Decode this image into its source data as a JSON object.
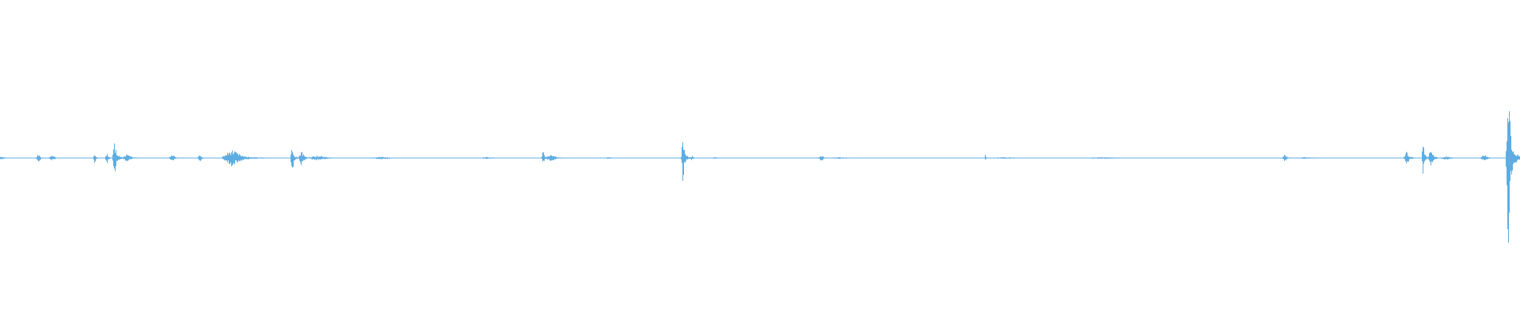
{
  "waveform": {
    "color": "#5dade2",
    "background": "#ffffff",
    "duration_fraction_visible": 1.0,
    "bursts": [
      {
        "pos": 0.0,
        "width": 0.02,
        "amp": 0.01
      },
      {
        "pos": 0.025,
        "width": 0.008,
        "amp": 0.03
      },
      {
        "pos": 0.034,
        "width": 0.014,
        "amp": 0.018
      },
      {
        "pos": 0.062,
        "width": 0.004,
        "amp": 0.045
      },
      {
        "pos": 0.07,
        "width": 0.006,
        "amp": 0.045
      },
      {
        "pos": 0.075,
        "width": 0.008,
        "amp": 0.12
      },
      {
        "pos": 0.083,
        "width": 0.02,
        "amp": 0.025
      },
      {
        "pos": 0.113,
        "width": 0.012,
        "amp": 0.022
      },
      {
        "pos": 0.131,
        "width": 0.006,
        "amp": 0.04
      },
      {
        "pos": 0.152,
        "width": 0.035,
        "amp": 0.06
      },
      {
        "pos": 0.192,
        "width": 0.006,
        "amp": 0.11
      },
      {
        "pos": 0.198,
        "width": 0.01,
        "amp": 0.06
      },
      {
        "pos": 0.208,
        "width": 0.04,
        "amp": 0.018
      },
      {
        "pos": 0.25,
        "width": 0.04,
        "amp": 0.01
      },
      {
        "pos": 0.32,
        "width": 0.03,
        "amp": 0.008
      },
      {
        "pos": 0.357,
        "width": 0.005,
        "amp": 0.06
      },
      {
        "pos": 0.362,
        "width": 0.02,
        "amp": 0.025
      },
      {
        "pos": 0.4,
        "width": 0.01,
        "amp": 0.01
      },
      {
        "pos": 0.449,
        "width": 0.006,
        "amp": 0.18
      },
      {
        "pos": 0.455,
        "width": 0.006,
        "amp": 0.02
      },
      {
        "pos": 0.47,
        "width": 0.01,
        "amp": 0.008
      },
      {
        "pos": 0.54,
        "width": 0.01,
        "amp": 0.025
      },
      {
        "pos": 0.552,
        "width": 0.05,
        "amp": 0.006
      },
      {
        "pos": 0.648,
        "width": 0.003,
        "amp": 0.03
      },
      {
        "pos": 0.66,
        "width": 0.06,
        "amp": 0.006
      },
      {
        "pos": 0.725,
        "width": 0.09,
        "amp": 0.006
      },
      {
        "pos": 0.845,
        "width": 0.01,
        "amp": 0.025
      },
      {
        "pos": 0.858,
        "width": 0.06,
        "amp": 0.006
      },
      {
        "pos": 0.925,
        "width": 0.01,
        "amp": 0.05
      },
      {
        "pos": 0.936,
        "width": 0.004,
        "amp": 0.17
      },
      {
        "pos": 0.941,
        "width": 0.01,
        "amp": 0.06
      },
      {
        "pos": 0.951,
        "width": 0.025,
        "amp": 0.012
      },
      {
        "pos": 0.976,
        "width": 0.012,
        "amp": 0.03
      },
      {
        "pos": 0.992,
        "width": 0.008,
        "amp": 0.7
      }
    ]
  }
}
